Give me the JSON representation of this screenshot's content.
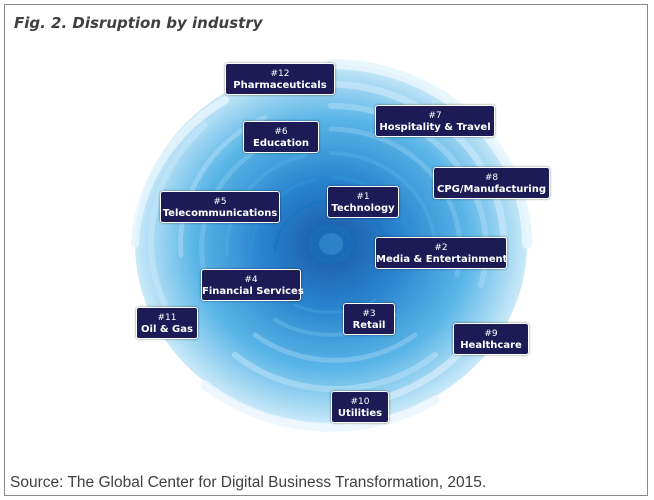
{
  "title": "Fig. 2. Disruption by industry",
  "source": "Source: The Global Center for Digital Business Transformation, 2015.",
  "industries": [
    {
      "rank": "#1",
      "name": "Technology"
    },
    {
      "rank": "#2",
      "name": "Media & Entertainment"
    },
    {
      "rank": "#3",
      "name": "Retail"
    },
    {
      "rank": "#4",
      "name": "Financial Services"
    },
    {
      "rank": "#5",
      "name": "Telecommunications"
    },
    {
      "rank": "#6",
      "name": "Education"
    },
    {
      "rank": "#7",
      "name": "Hospitality & Travel"
    },
    {
      "rank": "#8",
      "name": "CPG/Manufacturing"
    },
    {
      "rank": "#9",
      "name": "Healthcare"
    },
    {
      "rank": "#10",
      "name": "Utilities"
    },
    {
      "rank": "#11",
      "name": "Oil & Gas"
    },
    {
      "rank": "#12",
      "name": "Pharmaceuticals"
    }
  ],
  "colors": {
    "label_box": "#1c1b56",
    "swirl_dark": "#1060b4",
    "swirl_mid": "#2e96d8",
    "swirl_light": "#8dcdf1",
    "text": "#3f3f3f"
  }
}
